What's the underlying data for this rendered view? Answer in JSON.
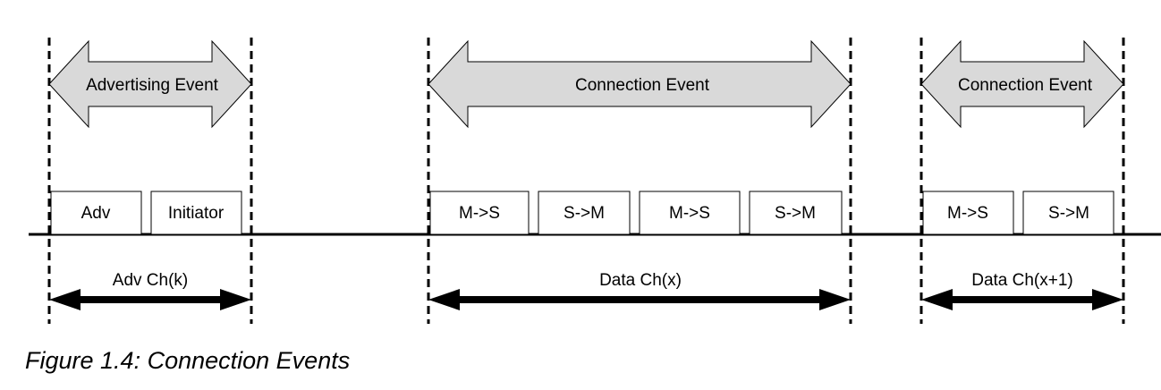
{
  "colors": {
    "event_arrow_fill": "#d9d9d9",
    "line": "#000000",
    "background": "#ffffff"
  },
  "groups": [
    {
      "event_label": "Advertising Event",
      "packets": [
        "Adv",
        "Initiator"
      ],
      "channel_label": "Adv Ch(k)"
    },
    {
      "event_label": "Connection Event",
      "packets": [
        "M->S",
        "S->M",
        "M->S",
        "S->M"
      ],
      "channel_label": "Data Ch(x)"
    },
    {
      "event_label": "Connection Event",
      "packets": [
        "M->S",
        "S->M"
      ],
      "channel_label": "Data Ch(x+1)"
    }
  ],
  "caption": "Figure 1.4:  Connection Events"
}
